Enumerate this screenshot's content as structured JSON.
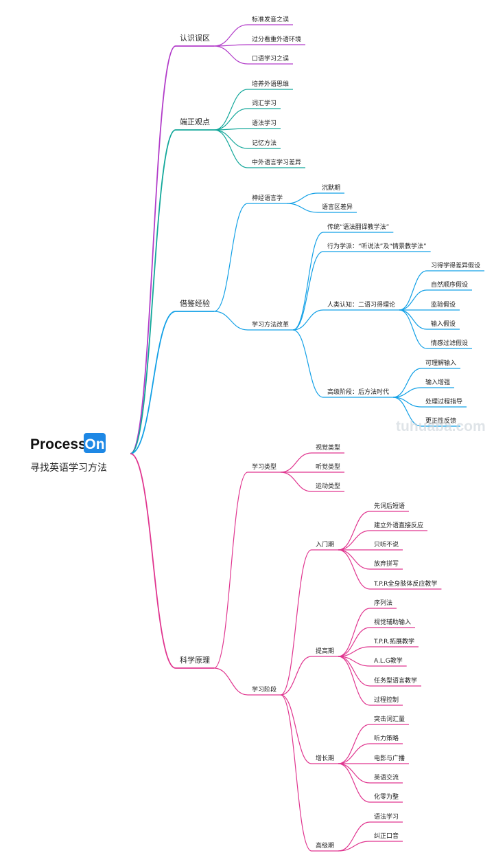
{
  "logo": {
    "text": "Process",
    "badge": "On"
  },
  "root": {
    "title": "寻找英语学习方法"
  },
  "watermark": "tuhuaba.com",
  "colors": {
    "purple": "#b23cc9",
    "teal": "#12a79a",
    "blue": "#12a0e6",
    "pink": "#e0358f",
    "badge": "#1e88e5"
  },
  "branches": [
    {
      "label": "认识误区",
      "color": "purple",
      "children": [
        {
          "label": "标准发音之误"
        },
        {
          "label": "过分看重外语环境"
        },
        {
          "label": "口语学习之误"
        }
      ]
    },
    {
      "label": "端正观点",
      "color": "teal",
      "children": [
        {
          "label": "培养外语思维"
        },
        {
          "label": "词汇学习"
        },
        {
          "label": "语法学习"
        },
        {
          "label": "记忆方法"
        },
        {
          "label": "中外语言学习差异"
        }
      ]
    },
    {
      "label": "借鉴经验",
      "color": "blue",
      "children": [
        {
          "label": "神经语言学",
          "children": [
            {
              "label": "沉默期"
            },
            {
              "label": "语言区差异"
            }
          ]
        },
        {
          "label": "学习方法改革",
          "children": [
            {
              "label": "传统“语法翻译教学法”"
            },
            {
              "label": "行为学派：“听说法”及“情景教学法”"
            },
            {
              "label": "人类认知：二语习得理论",
              "children": [
                {
                  "label": "习得学得差异假设"
                },
                {
                  "label": "自然顺序假设"
                },
                {
                  "label": "监验假设"
                },
                {
                  "label": "输入假设"
                },
                {
                  "label": "情感过滤假设"
                }
              ]
            },
            {
              "label": "高级阶段：后方法时代",
              "children": [
                {
                  "label": "可理解输入"
                },
                {
                  "label": "输入增强"
                },
                {
                  "label": "处理过程指导"
                },
                {
                  "label": "更正性反馈"
                }
              ]
            }
          ]
        }
      ]
    },
    {
      "label": "科学原理",
      "color": "pink",
      "children": [
        {
          "label": "学习类型",
          "children": [
            {
              "label": "视觉类型"
            },
            {
              "label": "听觉类型"
            },
            {
              "label": "运动类型"
            }
          ]
        },
        {
          "label": "学习阶段",
          "children": [
            {
              "label": "入门期",
              "children": [
                {
                  "label": "先词后短语"
                },
                {
                  "label": "建立外语直接反应"
                },
                {
                  "label": "只听不说"
                },
                {
                  "label": "放弃拼写"
                },
                {
                  "label": "T.P.R全身肢体反应教学"
                }
              ]
            },
            {
              "label": "提高期",
              "children": [
                {
                  "label": "序列法"
                },
                {
                  "label": "视觉辅助输入"
                },
                {
                  "label": "T.P.R.拓展教学"
                },
                {
                  "label": "A.L.G教学"
                },
                {
                  "label": "任务型语言教学"
                },
                {
                  "label": "过程控制"
                }
              ]
            },
            {
              "label": "增长期",
              "children": [
                {
                  "label": "突击词汇量"
                },
                {
                  "label": "听力策略"
                },
                {
                  "label": "电影与广播"
                },
                {
                  "label": "英语交流"
                },
                {
                  "label": "化零为整"
                }
              ]
            },
            {
              "label": "高级期",
              "children": [
                {
                  "label": "语法学习"
                },
                {
                  "label": "纠正口音"
                }
              ]
            }
          ]
        }
      ]
    }
  ]
}
